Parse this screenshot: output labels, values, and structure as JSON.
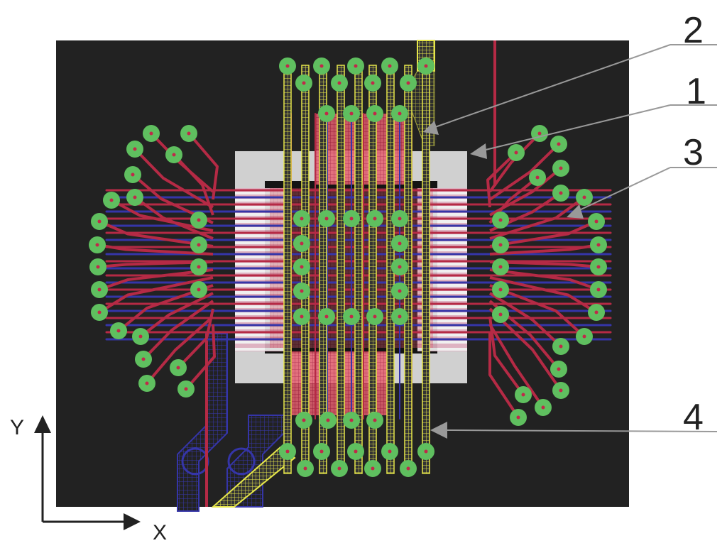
{
  "colors": {
    "board": "#222222",
    "frame": "#d0d0d0",
    "die": "#141414",
    "trace_red": "#b52a45",
    "trace_blue": "#3535a8",
    "trace_yellow": "#e6e64a",
    "pad": "#5fbf5f",
    "pad_center": "#c0294a",
    "leader": "#999999",
    "text": "#222222"
  },
  "callouts": [
    {
      "id": "1",
      "label": "1"
    },
    {
      "id": "2",
      "label": "2"
    },
    {
      "id": "3",
      "label": "3"
    },
    {
      "id": "4",
      "label": "4"
    }
  ],
  "axes": {
    "x_label": "X",
    "y_label": "Y"
  }
}
